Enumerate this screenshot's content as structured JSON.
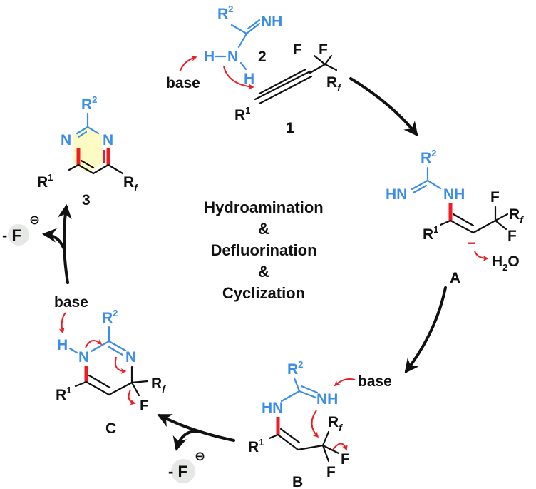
{
  "colors": {
    "black": "#111111",
    "blue": "#3b8de8",
    "red": "#ee1c25",
    "pyrimidine_fill": "#fdfbc4",
    "fluoride_bubble": "#e6e8e6"
  },
  "center_text": {
    "line1": "Hydroamination",
    "line2": "&",
    "line3": "Defluorination",
    "line4": "&",
    "line5": "Cyclization"
  },
  "compound_1": {
    "label": "1",
    "r1": "R",
    "r1_sup": "1",
    "f_a": "F",
    "f_b": "F",
    "rf": "R",
    "rf_sub": "f"
  },
  "compound_2": {
    "label": "2",
    "r2": "R",
    "r2_sup": "2",
    "nh_imine": "NH",
    "h_left": "H",
    "n": "N",
    "h_bottom": "H",
    "base": "base"
  },
  "intermediate_a": {
    "label": "A",
    "r2": "R",
    "r2_sup": "2",
    "hn": "HN",
    "nh": "NH",
    "r1": "R",
    "r1_sup": "1",
    "f_top": "F",
    "f_bottom": "F",
    "rf": "R",
    "rf_sub": "f",
    "charge": "−",
    "water": "H",
    "water_sub": "2",
    "water_o": "O"
  },
  "intermediate_b": {
    "label": "B",
    "r2": "R",
    "r2_sup": "2",
    "hn": "HN",
    "nh": "NH",
    "base": "base",
    "r1": "R",
    "r1_sup": "1",
    "rf": "R",
    "rf_sub": "f",
    "f_right": "F",
    "f_bottom": "F"
  },
  "intermediate_c": {
    "label": "C",
    "base": "base",
    "r2": "R",
    "r2_sup": "2",
    "h": "H",
    "n_left": "N",
    "n_right": "N",
    "r1": "R",
    "r1_sup": "1",
    "rf": "R",
    "rf_sub": "f",
    "f": "F"
  },
  "product_3": {
    "label": "3",
    "r2": "R",
    "r2_sup": "2",
    "n_left": "N",
    "n_right": "N",
    "r1": "R",
    "r1_sup": "1",
    "rf": "R",
    "rf_sub": "f"
  },
  "fluoride_losses": [
    {
      "text": "- F",
      "charge": "⊖"
    },
    {
      "text": "- F",
      "charge": "⊖"
    }
  ]
}
